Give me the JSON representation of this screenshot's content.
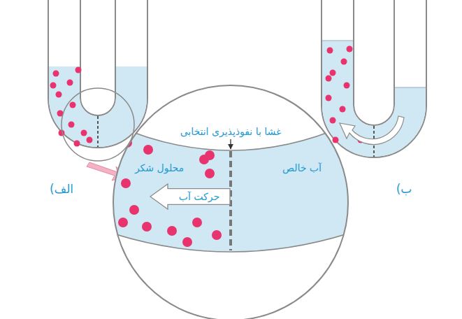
{
  "diagram": {
    "nodes": [
      {
        "text": [
          "حرکت آب"
        ]
      }
    ],
    "labels": [
      "غشا با نفوذپذیری انتخابی",
      "محلول شکر",
      "آب خالص",
      "الف)",
      "ب)"
    ]
  }
}
